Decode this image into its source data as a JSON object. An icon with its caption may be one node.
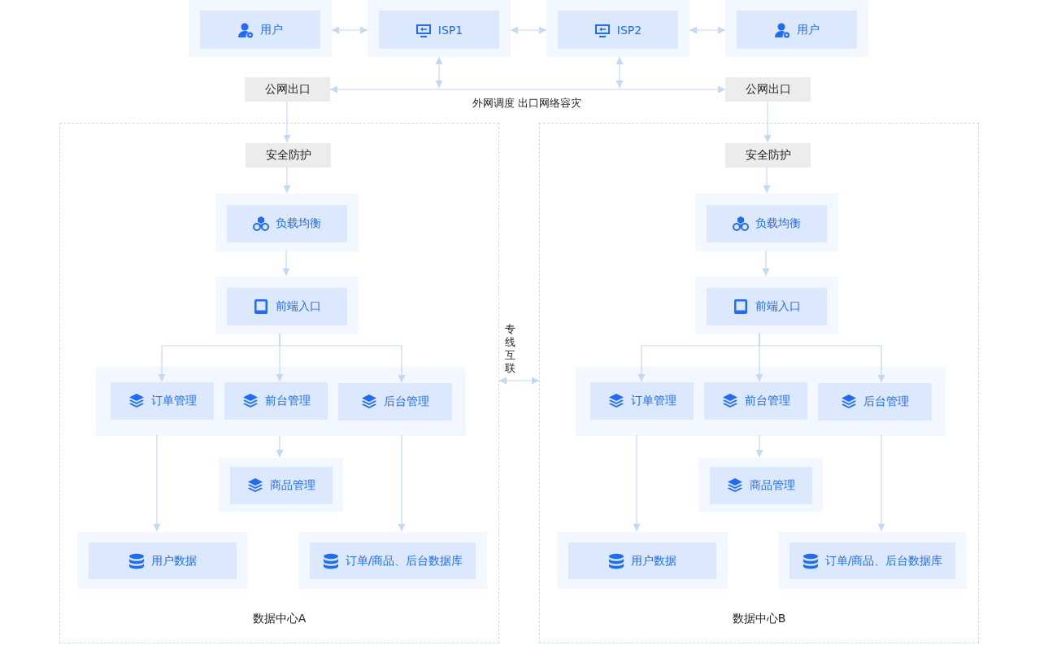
{
  "diagram": {
    "nodes": [
      {
        "text": [],
        "shape": "box"
      },
      {
        "text": [
          "用户"
        ],
        "in": 0
      },
      {
        "text": [],
        "shape": "box"
      },
      {
        "text": [
          "ISP1"
        ],
        "in": 2
      },
      {
        "text": [],
        "shape": "box"
      },
      {
        "text": [
          "ISP2"
        ],
        "in": 4
      },
      {
        "text": [],
        "shape": "box"
      },
      {
        "text": [
          "用户"
        ],
        "in": 6
      },
      {
        "text": [
          "公网出口"
        ]
      },
      {
        "text": [
          "公网出口"
        ]
      },
      {
        "text": [
          "数据中心A"
        ]
      },
      {
        "text": [
          "安全防护"
        ],
        "in": 10
      },
      {
        "text": [],
        "shape": "box",
        "in": 10
      },
      {
        "text": [
          "负载均衡"
        ],
        "in": 12
      },
      {
        "text": [],
        "shape": "box",
        "in": 10
      },
      {
        "text": [
          "前端入口"
        ],
        "in": 14
      },
      {
        "text": [],
        "shape": "box",
        "in": 10
      },
      {
        "text": [
          "订单管理"
        ],
        "in": 16
      },
      {
        "text": [
          "前台管理"
        ],
        "in": 16
      },
      {
        "text": [
          "后台管理"
        ],
        "in": 16
      },
      {
        "text": [],
        "shape": "box",
        "in": 10
      },
      {
        "text": [
          "商品管理"
        ],
        "in": 20
      },
      {
        "text": [],
        "shape": "box",
        "in": 10
      },
      {
        "text": [
          "用户数据"
        ],
        "in": 22
      },
      {
        "text": [],
        "shape": "box",
        "in": 10
      },
      {
        "text": [
          "订单/商品、后台数据库"
        ],
        "in": 24
      },
      {
        "text": [
          "数据中心B"
        ]
      },
      {
        "text": [
          "安全防护"
        ],
        "in": 26
      },
      {
        "text": [],
        "shape": "box",
        "in": 26
      },
      {
        "text": [
          "负载均衡"
        ],
        "in": 28
      },
      {
        "text": [],
        "shape": "box",
        "in": 26
      },
      {
        "text": [
          "前端入口"
        ],
        "in": 30
      },
      {
        "text": [],
        "shape": "box",
        "in": 26
      },
      {
        "text": [
          "订单管理"
        ],
        "in": 32
      },
      {
        "text": [
          "前台管理"
        ],
        "in": 32
      },
      {
        "text": [
          "后台管理"
        ],
        "in": 32
      },
      {
        "text": [],
        "shape": "box",
        "in": 26
      },
      {
        "text": [
          "商品管理"
        ],
        "in": 36
      },
      {
        "text": [],
        "shape": "box",
        "in": 26
      },
      {
        "text": [
          "用户数据"
        ],
        "in": 38
      },
      {
        "text": [],
        "shape": "box",
        "in": 26
      },
      {
        "text": [
          "订单/商品、后台数据库"
        ],
        "in": 40
      }
    ],
    "edges": [
      {
        "from": 0,
        "to": 2,
        "arrow": "both"
      },
      {
        "from": 2,
        "to": 4,
        "arrow": "both"
      },
      {
        "from": 4,
        "to": 6,
        "arrow": "both"
      },
      {
        "from": 8,
        "to": 9,
        "arrow": "both",
        "label": "外网调度 出口网络容灾"
      },
      {
        "from": 2,
        "to": null,
        "arrow": "both"
      },
      {
        "from": 4,
        "to": null,
        "arrow": "both"
      },
      {
        "from": 8,
        "to": 11,
        "arrow": "to"
      },
      {
        "from": 11,
        "to": 12,
        "arrow": "to"
      },
      {
        "from": 12,
        "to": 14,
        "arrow": "to"
      },
      {
        "from": 14,
        "to": 17,
        "arrow": "to"
      },
      {
        "from": 14,
        "to": 18,
        "arrow": "to"
      },
      {
        "from": 14,
        "to": 19,
        "arrow": "to"
      },
      {
        "from": 16,
        "to": 20,
        "arrow": "to"
      },
      {
        "from": 16,
        "to": 22,
        "arrow": "to"
      },
      {
        "from": 16,
        "to": 24,
        "arrow": "to"
      },
      {
        "from": 9,
        "to": 27,
        "arrow": "to"
      },
      {
        "from": 27,
        "to": 28,
        "arrow": "to"
      },
      {
        "from": 28,
        "to": 30,
        "arrow": "to"
      },
      {
        "from": 30,
        "to": 33,
        "arrow": "to"
      },
      {
        "from": 30,
        "to": 34,
        "arrow": "to"
      },
      {
        "from": 30,
        "to": 35,
        "arrow": "to"
      },
      {
        "from": 32,
        "to": 36,
        "arrow": "to"
      },
      {
        "from": 32,
        "to": 38,
        "arrow": "to"
      },
      {
        "from": 32,
        "to": 40,
        "arrow": "to"
      },
      {
        "from": 10,
        "to": 26,
        "arrow": "both",
        "label": "专线互联"
      }
    ]
  }
}
